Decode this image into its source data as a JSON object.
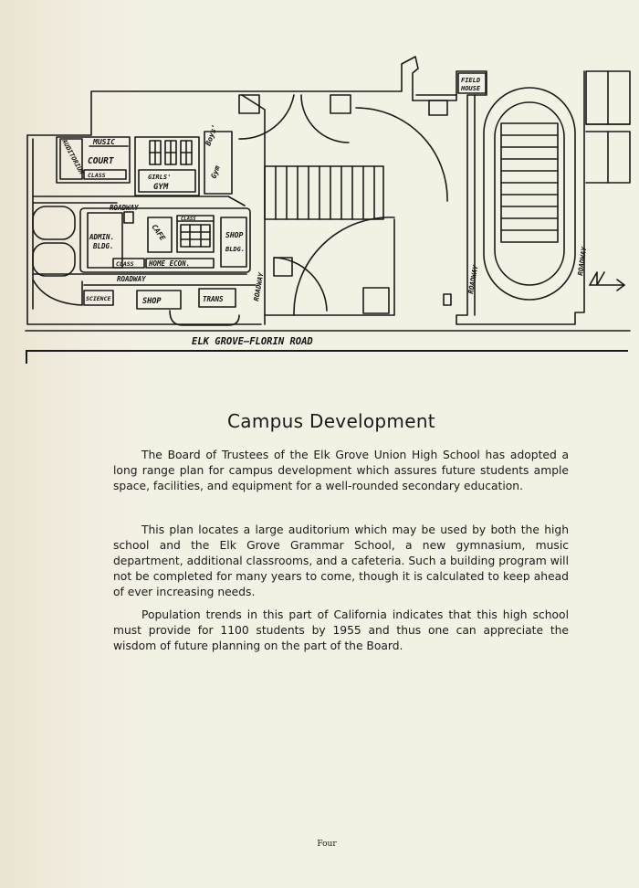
{
  "map": {
    "labels": {
      "music": "MUSIC",
      "auditorium": "AUDITORIUM",
      "court": "COURT",
      "class_upper": "CLASS",
      "girls_gym_line1": "GIRLS'",
      "girls_gym_line2": "GYM",
      "boys_gym_line1": "Boys'",
      "boys_gym_line2": "Gym",
      "roadway_upper": "ROADWAY",
      "admin_line1": "ADMIN.",
      "admin_line2": "BLDG.",
      "cafe": "CAFE",
      "class_middle": "CLASS",
      "shop_bldg_line1": "SHOP",
      "shop_bldg_line2": "BLDG.",
      "class_lower": "CLASS",
      "home_econ": "HOME ECON.",
      "roadway_lower": "ROADWAY",
      "science": "SCIENCE",
      "shop": "SHOP",
      "trans": "TRANS",
      "roadway_vertical_1": "ROADWAY",
      "roadway_vertical_2": "ROADWAY",
      "roadway_vertical_3": "ROADWAY",
      "field_house_line1": "FIELD",
      "field_house_line2": "HOUSE",
      "road": "ELK GROVE–FLORIN ROAD"
    },
    "north_icon": "north-arrow-icon"
  },
  "article": {
    "title": "Campus Development",
    "paragraphs": [
      "The Board of Trustees of the Elk Grove Union High School has adopted a long range plan for campus development which assures future students ample space, facilities, and equipment for a well-rounded secondary education.",
      "This plan locates a large auditorium which may be used by both the high school and the Elk Grove Grammar School, a new gymnasium, music department, additional classrooms, and a cafeteria. Such a building program will not be completed for many years to come, though it is calculated to keep ahead of ever increasing needs.",
      "Population trends in this part of California indicates that this high school must provide for 1100 students by 1955 and thus one can appreciate the wisdom of future planning on the part of the Board."
    ]
  },
  "page_number": "Four"
}
